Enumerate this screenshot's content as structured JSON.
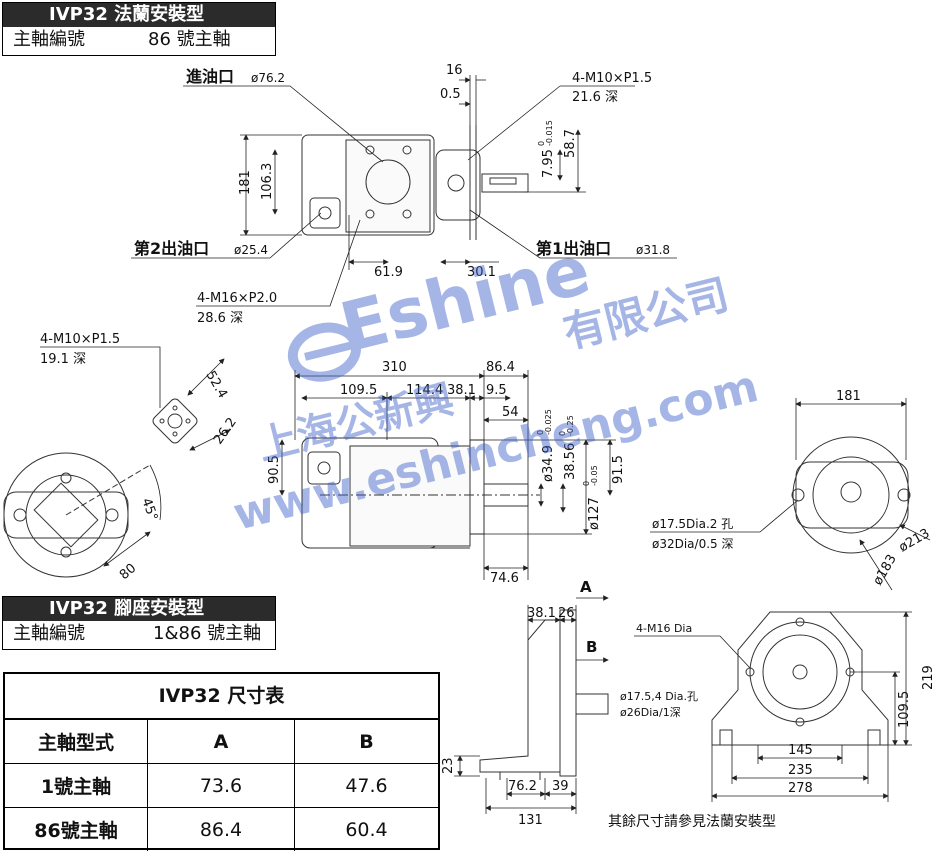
{
  "flange_header": {
    "title": "IVP32 法蘭安裝型",
    "sub_label": "主軸編號",
    "sub_value": "86 號主軸"
  },
  "foot_header": {
    "title": "IVP32 腳座安裝型",
    "sub_label": "主軸編號",
    "sub_value": "1&86 號主軸"
  },
  "size_table": {
    "title": "IVP32 尺寸表",
    "headers": [
      "主軸型式",
      "A",
      "B"
    ],
    "rows": [
      [
        "1號主軸",
        "73.6",
        "47.6"
      ],
      [
        "86號主軸",
        "86.4",
        "60.4"
      ]
    ]
  },
  "top_view": {
    "inlet_label": "進油口",
    "inlet_dia": "ø76.2",
    "outlet2_label": "第2出油口",
    "outlet2_dia": "ø25.4",
    "outlet1_label": "第1出油口",
    "outlet1_dia": "ø31.8",
    "bolt_m16": "4-M16×P2.0",
    "bolt_m16_depth": "28.6 深",
    "bolt_m10": "4-M10×P1.5",
    "bolt_m10_depth": "21.6 深",
    "dim_16": "16",
    "dim_0_5": "0.5",
    "dim_181": "181",
    "dim_106_3": "106.3",
    "dim_61_9": "61.9",
    "dim_30_1": "30.1",
    "dim_7_95": "7.95",
    "tol_7_95_upper": "0",
    "tol_7_95_lower": "-0.015",
    "dim_58_7": "58.7"
  },
  "shaft_detail": {
    "bolt": "4-M10×P1.5",
    "depth": "19.1 深",
    "dim_52_4": "52.4",
    "dim_26_2": "26.2",
    "angle_45": "45°",
    "dim_80": "80"
  },
  "side_view": {
    "dim_310": "310",
    "dim_86_4": "86.4",
    "dim_109_5": "109.5",
    "dim_114_4": "114.4",
    "dim_38_1": "38.1",
    "dim_9_5": "9.5",
    "dim_54": "54",
    "dim_90_5": "90.5",
    "dim_34_9": "ø34.9",
    "tol_34_9_upper": "0",
    "tol_34_9_lower": "-0.025",
    "dim_38_56": "38.56",
    "tol_38_56_upper": "0",
    "tol_38_56_lower": "-0.25",
    "dim_127": "ø127",
    "tol_127_upper": "0",
    "tol_127_lower": "-0.05",
    "dim_91_5": "91.5",
    "dim_74_6": "74.6"
  },
  "flange_front": {
    "dim_181": "181",
    "hole_dia": "ø17.5Dia.2 孔",
    "counterbore": "ø32Dia/0.5 深",
    "dim_213": "ø213",
    "dim_183": "ø183"
  },
  "foot_side": {
    "label_a": "A",
    "label_b": "B",
    "dim_38_1": "38.1",
    "dim_26": "26",
    "dim_23": "23",
    "dim_76_2": "76.2",
    "dim_39": "39",
    "dim_131": "131",
    "hole_note_1": "ø17.5,4 Dia.孔",
    "hole_note_2": "ø26Dia/1深"
  },
  "foot_front": {
    "bolt": "4-M16 Dia",
    "dim_219": "219",
    "dim_109_5": "109.5",
    "dim_145": "145",
    "dim_235": "235",
    "dim_278": "278",
    "note": "其餘尺寸請參見法蘭安裝型"
  },
  "watermark": {
    "brand": "Eshine",
    "company": "有限公司",
    "city_cn": "上海公新興",
    "url": "www.eshincheng.com",
    "color": "#3a5fc8"
  }
}
